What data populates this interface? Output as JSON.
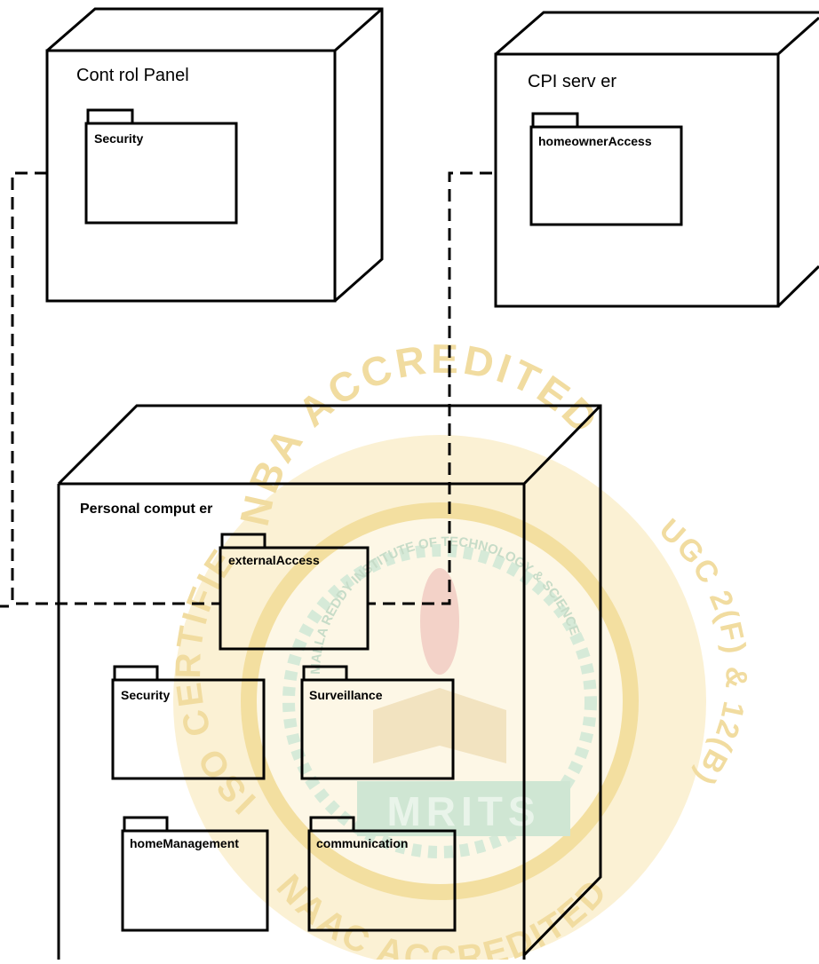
{
  "nodes": {
    "control_panel": {
      "label": "Cont rol Panel",
      "packages": {
        "security": "Security"
      }
    },
    "cpi_server": {
      "label": "CPI serv er",
      "packages": {
        "homeowner_access": "homeownerAccess"
      }
    },
    "personal_computer": {
      "label": "Personal comput er",
      "packages": {
        "external_access": "externalAccess",
        "security": "Security",
        "surveillance": "Surveillance",
        "home_management": "homeManagement",
        "communication": "communication"
      }
    }
  },
  "watermark": {
    "top_arc": "NBA ACCREDITED",
    "left_arc": "ISO CERTIFIED",
    "right_arc": "UGC 2(F) & 12(B)",
    "bottom_arc": "NAAC ACCREDITED",
    "inner_arc": "MALLA REDDY INSTITUTE OF TECHNOLOGY & SCIENCE",
    "banner": "MRITS",
    "colors": {
      "gold": "#f3dfa0",
      "green": "#b9dcc0",
      "red": "#ecc6c0"
    }
  }
}
